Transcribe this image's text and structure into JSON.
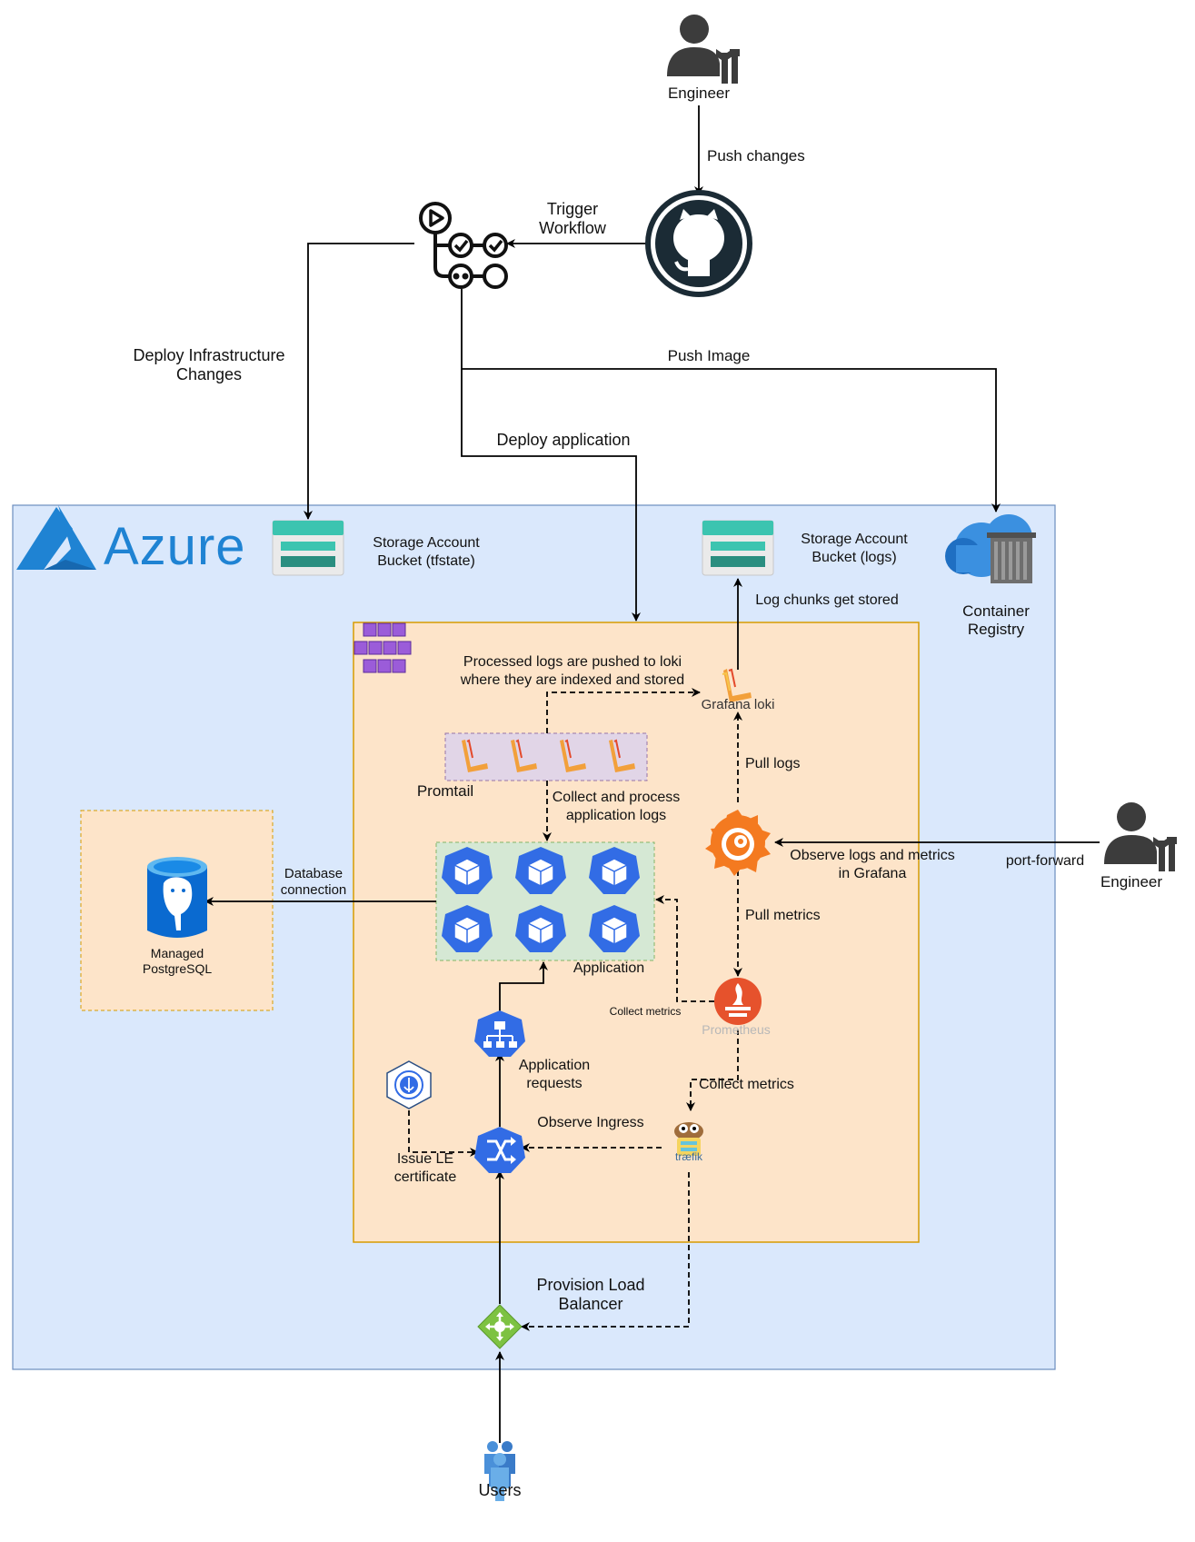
{
  "azure": {
    "title": "Azure"
  },
  "actors": {
    "engineer_top": "Engineer",
    "engineer_right": "Engineer",
    "users": "Users"
  },
  "labels": {
    "push_changes": "Push changes",
    "trigger_workflow_1": "Trigger",
    "trigger_workflow_2": "Workflow",
    "deploy_infra_1": "Deploy Infrastructure",
    "deploy_infra_2": "Changes",
    "push_image": "Push Image",
    "deploy_application": "Deploy application",
    "storage_tfstate_1": "Storage Account",
    "storage_tfstate_2": "Bucket (tfstate)",
    "storage_logs_1": "Storage Account",
    "storage_logs_2": "Bucket (logs)",
    "container_registry_1": "Container",
    "container_registry_2": "Registry",
    "log_chunks": "Log chunks get stored",
    "processed_logs_1": "Processed logs are pushed to loki",
    "processed_logs_2": "where they are indexed and stored",
    "grafana_loki": "Grafana loki",
    "promtail": "Promtail",
    "collect_process_1": "Collect and process",
    "collect_process_2": "application logs",
    "pull_logs": "Pull logs",
    "observe_1": "Observe logs and metrics",
    "observe_2": "in Grafana",
    "port_forward": "port-forward",
    "pull_metrics": "Pull metrics",
    "database_connection_1": "Database",
    "database_connection_2": "connection",
    "managed_pg_1": "Managed",
    "managed_pg_2": "PostgreSQL",
    "application": "Application",
    "collect_metrics_small": "Collect metrics",
    "prometheus": "Prometheus",
    "collect_metrics": "Collect metrics",
    "application_requests_1": "Application",
    "application_requests_2": "requests",
    "observe_ingress": "Observe Ingress",
    "traefik": "træfik",
    "issue_le_1": "Issue LE",
    "issue_le_2": "certificate",
    "provision_lb_1": "Provision Load",
    "provision_lb_2": "Balancer"
  },
  "icons": {
    "engineer": "person-with-tools-icon",
    "github": "github-icon",
    "github_actions": "github-actions-workflow-icon",
    "storage": "storage-account-icon",
    "container_registry": "container-registry-icon",
    "aks": "aks-cluster-icon",
    "loki": "grafana-loki-icon",
    "promtail": "promtail-icon",
    "grafana": "grafana-icon",
    "prometheus": "prometheus-icon",
    "pod": "kubernetes-pod-icon",
    "service": "kubernetes-service-icon",
    "ingress": "kubernetes-ingress-icon",
    "cert_manager": "cert-manager-icon",
    "traefik": "traefik-icon",
    "load_balancer": "azure-load-balancer-icon",
    "postgres": "azure-postgresql-icon",
    "users": "users-icon"
  },
  "colors": {
    "azure_bg": "#dae8fc",
    "azure_border": "#6c8ebf",
    "cluster_bg": "#fde4c9",
    "cluster_border": "#d79b00",
    "app_bg": "#d5e8d4",
    "app_border": "#82b366",
    "promtail_bg": "#e1d5e7",
    "promtail_border": "#9673a6",
    "k8s_blue": "#326ce5",
    "azure_blue": "#1f83d3"
  }
}
